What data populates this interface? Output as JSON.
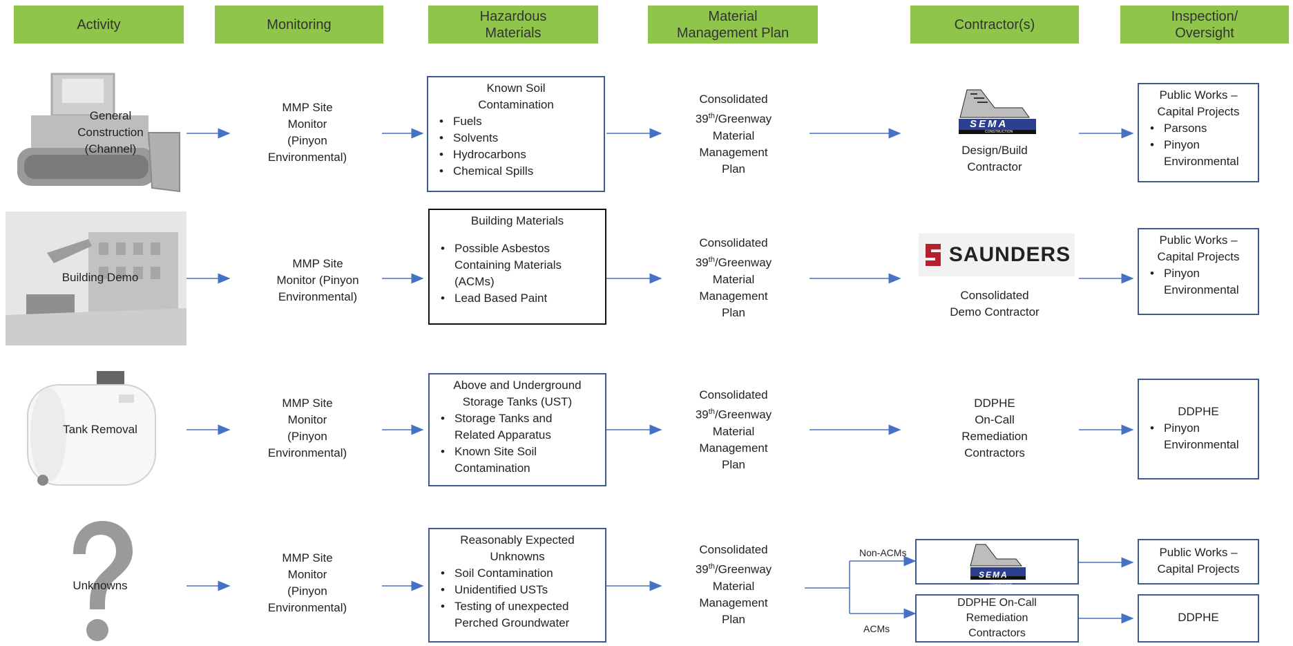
{
  "headers": [
    "Activity",
    "Monitoring",
    "Hazardous\nMaterials",
    "Material\nManagement Plan",
    "Contractor(s)",
    "Inspection/\nOversight"
  ],
  "rows": [
    {
      "activity": "General\nConstruction\n(Channel)",
      "monitoring": "MMP Site\nMonitor\n(Pinyon\nEnvironmental)",
      "hazard_title": "Known Soil\nContamination",
      "hazard_items": [
        "Fuels",
        "Solvents",
        "Hydrocarbons",
        "Chemical Spills"
      ],
      "plan_pre": "Consolidated\n39",
      "plan_sup": "th",
      "plan_post": "/Greenway\nMaterial\nManagement\nPlan",
      "contractor_logo": "SEMA",
      "contractor_logo_sub": "CONSTRUCTION",
      "contractor_text": "Design/Build\nContractor",
      "oversight_title": "Public Works –\nCapital Projects",
      "oversight_items": [
        "Parsons",
        "Pinyon\nEnvironmental"
      ]
    },
    {
      "activity": "Building Demo",
      "monitoring": "MMP Site\nMonitor (Pinyon\nEnvironmental)",
      "hazard_title": "Building Materials",
      "hazard_items": [
        "Possible Asbestos\nContaining Materials\n(ACMs)",
        "Lead Based Paint"
      ],
      "plan_pre": "Consolidated\n39",
      "plan_sup": "th",
      "plan_post": "/Greenway\nMaterial\nManagement\nPlan",
      "contractor_logo": "SAUNDERS",
      "contractor_text": "Consolidated\nDemo Contractor",
      "oversight_title": "Public Works –\nCapital Projects",
      "oversight_items": [
        "Pinyon\nEnvironmental"
      ]
    },
    {
      "activity": "Tank Removal",
      "monitoring": "MMP Site\nMonitor\n(Pinyon\nEnvironmental)",
      "hazard_title": "Above and Underground\nStorage Tanks (UST)",
      "hazard_items": [
        "Storage Tanks and\nRelated Apparatus",
        "Known Site Soil\nContamination"
      ],
      "plan_pre": "Consolidated\n39",
      "plan_sup": "th",
      "plan_post": "/Greenway\nMaterial\nManagement\nPlan",
      "contractor_text": "DDPHE\nOn-Call\nRemediation\nContractors",
      "oversight_title": "DDPHE",
      "oversight_items": [
        "Pinyon\nEnvironmental"
      ]
    },
    {
      "activity": "Unknowns",
      "monitoring": "MMP Site\nMonitor\n(Pinyon\nEnvironmental)",
      "hazard_title": "Reasonably Expected\nUnknowns",
      "hazard_items": [
        "Soil Contamination",
        "Unidentified USTs",
        "Testing of unexpected\nPerched Groundwater"
      ],
      "plan_pre": "Consolidated\n39",
      "plan_sup": "th",
      "plan_post": "/Greenway\nMaterial\nManagement\nPlan",
      "branch_upper": "Non-ACMs",
      "branch_lower": "ACMs",
      "contractor_logo": "SEMA",
      "contractor_logo_sub": "CONSTRUCTION",
      "contractor_lower": "DDPHE On-Call\nRemediation\nContractors",
      "oversight_upper": "Public Works –\nCapital Projects",
      "oversight_lower": "DDPHE"
    }
  ],
  "colors": {
    "header_bg": "#8ec54a",
    "arrow": "#4472c4",
    "box_border": "#3c5a8c",
    "saunders_red": "#b5202e"
  }
}
